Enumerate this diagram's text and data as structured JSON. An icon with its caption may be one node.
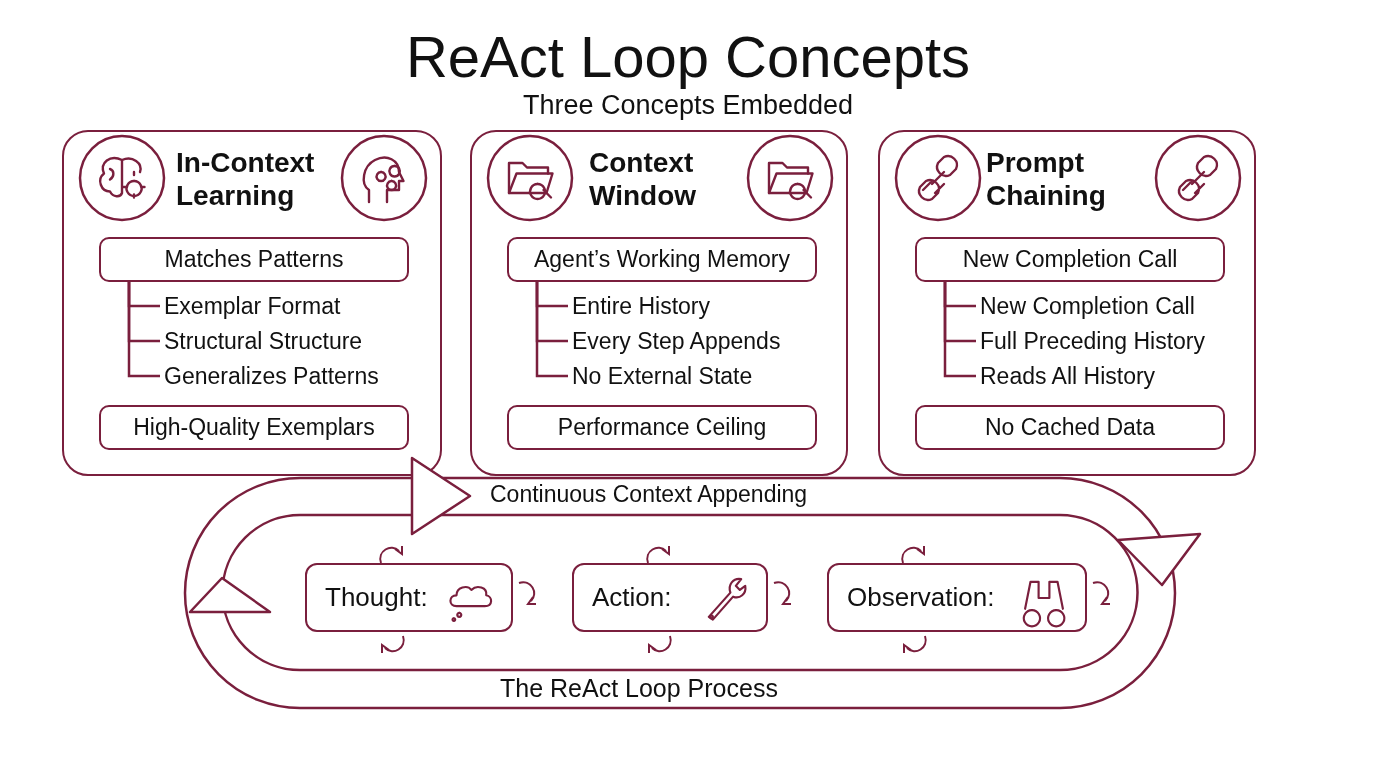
{
  "diagram": {
    "title": "ReAct Loop Concepts",
    "nodes": [
      {
        "text": [
          "In-Context Learning"
        ]
      },
      {
        "text": [
          "Matches Patterns"
        ],
        "in": 0
      },
      {
        "text": [
          "Exemplar Format"
        ],
        "in": 0
      },
      {
        "text": [
          "Structural Structure"
        ],
        "in": 0
      },
      {
        "text": [
          "Generalizes Patterns"
        ],
        "in": 0
      },
      {
        "text": [
          "High-Quality Exemplars"
        ],
        "in": 0
      },
      {
        "text": [
          "Context Window"
        ]
      },
      {
        "text": [
          "Agent’s Working Memory"
        ],
        "in": 6
      },
      {
        "text": [
          "Entire History"
        ],
        "in": 6
      },
      {
        "text": [
          "Every Step Appends"
        ],
        "in": 6
      },
      {
        "text": [
          "No External State"
        ],
        "in": 6
      },
      {
        "text": [
          "Performance Ceiling"
        ],
        "in": 6
      },
      {
        "text": [
          "Prompt Chaining"
        ]
      },
      {
        "text": [
          "New Completion Call"
        ],
        "in": 12
      },
      {
        "text": [
          "New Completion Call"
        ],
        "in": 12
      },
      {
        "text": [
          "Full Preceding History"
        ],
        "in": 12
      },
      {
        "text": [
          "Reads All History"
        ],
        "in": 12
      },
      {
        "text": [
          "No Cached Data"
        ],
        "in": 12
      },
      {
        "text": [
          "Thought:"
        ]
      },
      {
        "text": [
          "Action:"
        ]
      },
      {
        "text": [
          "Observation:"
        ]
      }
    ],
    "edges": [
      {
        "from": 1,
        "to": 2,
        "arrow": "none"
      },
      {
        "from": 1,
        "to": 3,
        "arrow": "none"
      },
      {
        "from": 1,
        "to": 4,
        "arrow": "none"
      },
      {
        "from": 7,
        "to": 8,
        "arrow": "none"
      },
      {
        "from": 7,
        "to": 9,
        "arrow": "none"
      },
      {
        "from": 7,
        "to": 10,
        "arrow": "none"
      },
      {
        "from": 13,
        "to": 14,
        "arrow": "none"
      },
      {
        "from": 13,
        "to": 15,
        "arrow": "none"
      },
      {
        "from": 13,
        "to": 16,
        "arrow": "none"
      }
    ],
    "labels": [
      "Three Concepts Embedded",
      "Continuous Context Appending",
      "The ReAct Loop Process"
    ]
  }
}
